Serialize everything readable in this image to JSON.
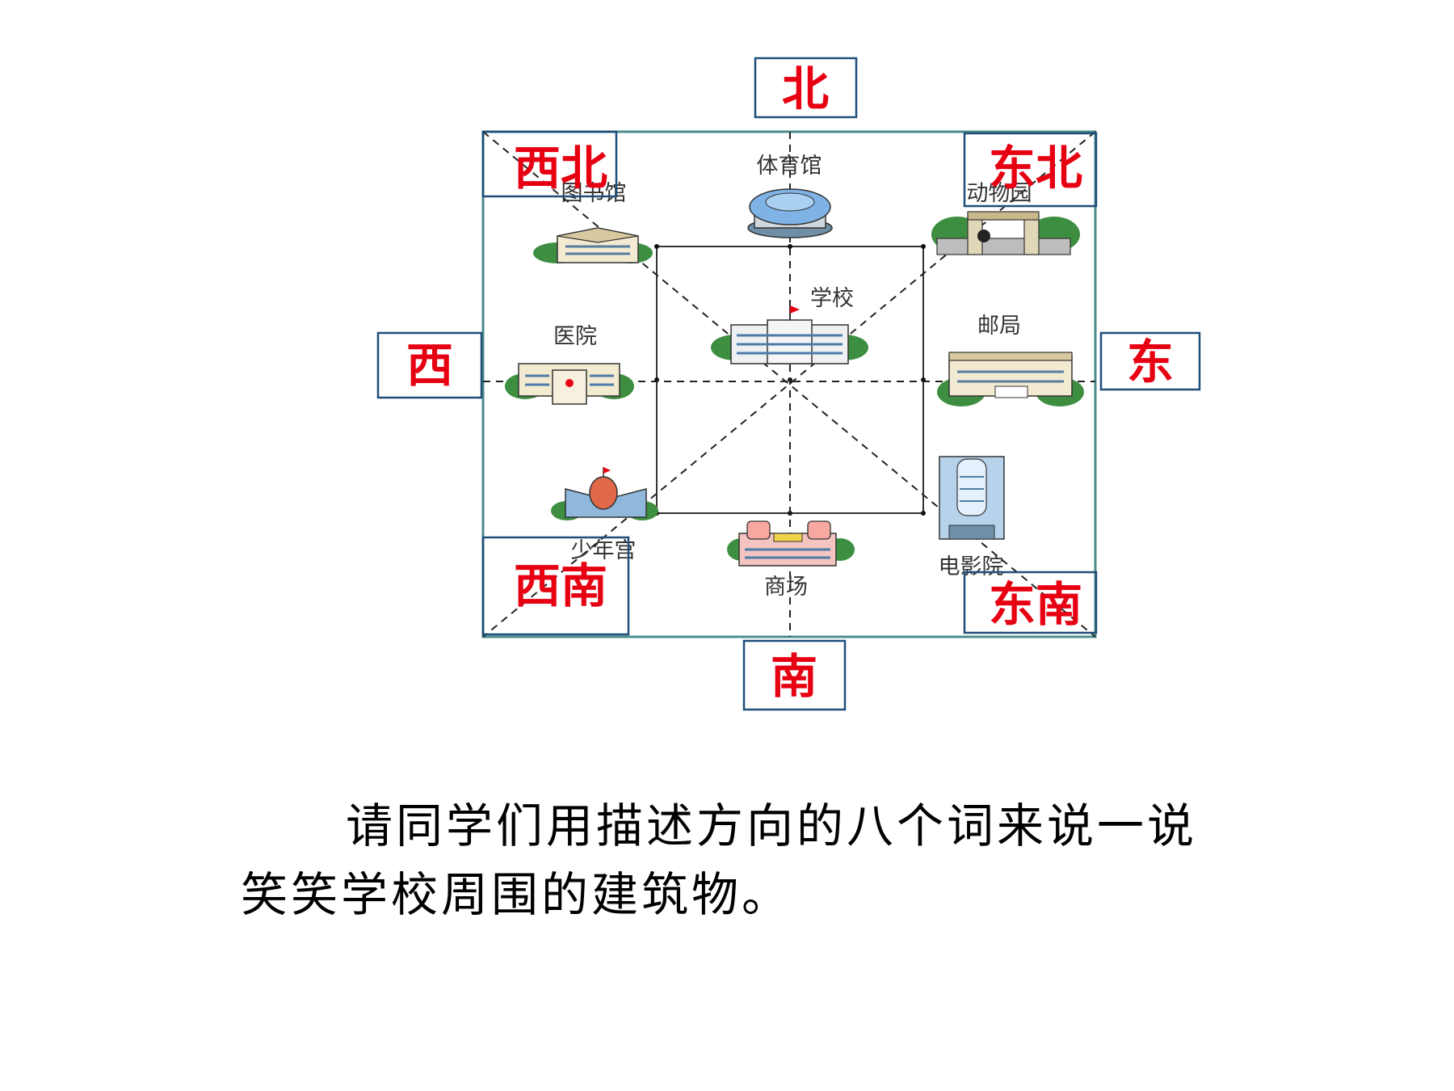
{
  "directions": {
    "north": "北",
    "south": "南",
    "east": "东",
    "west": "西",
    "northwest": "西北",
    "northeast": "东北",
    "southwest": "西南",
    "southeast": "东南"
  },
  "buildings": {
    "stadium": "体育馆",
    "library": "图书馆",
    "zoo": "动物园",
    "school": "学校",
    "hospital": "医院",
    "post_office": "邮局",
    "youth_palace": "少年宫",
    "mall": "商场",
    "cinema": "电影院"
  },
  "instruction": {
    "line1": "请同学们用描述方向的八个词来说一说",
    "line2": "笑笑学校周围的建筑物。"
  },
  "colors": {
    "direction_text": "#e60012",
    "box_border": "#1f4e79",
    "map_frame": "#4a8c8c"
  }
}
